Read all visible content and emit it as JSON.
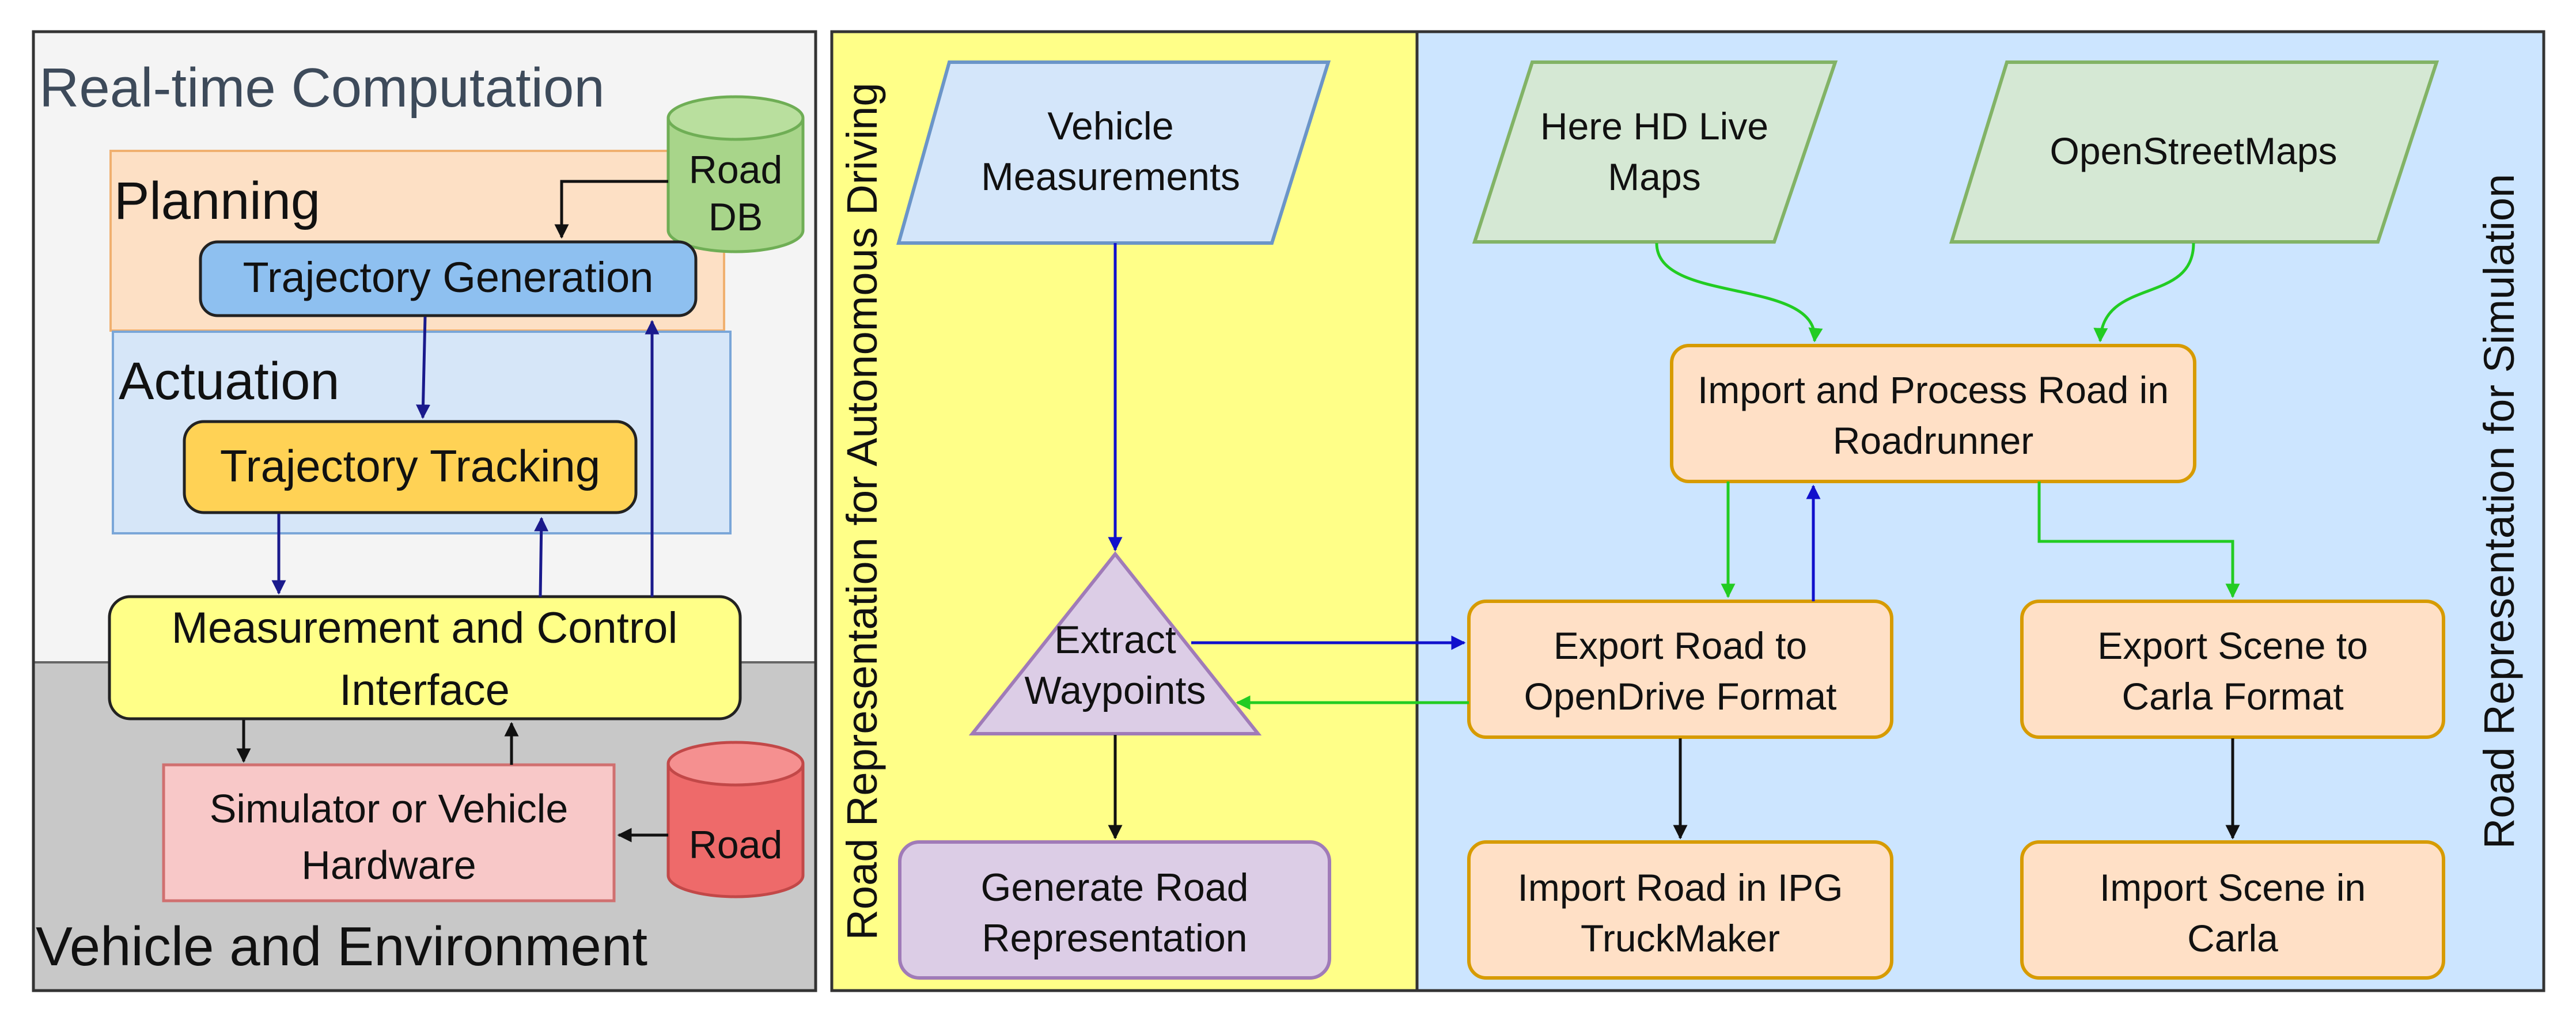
{
  "left_panel": {
    "title": "Real-time Computation",
    "bottom_title": "Vehicle and Environment",
    "planning_label": "Planning",
    "actuation_label": "Actuation",
    "road_db": [
      "Road",
      "DB"
    ],
    "trajectory_generation": "Trajectory Generation",
    "trajectory_tracking": "Trajectory Tracking",
    "measurement_interface": [
      "Measurement and Control",
      "Interface"
    ],
    "simulator_hardware": [
      "Simulator or Vehicle",
      "Hardware"
    ],
    "road": "Road"
  },
  "middle_panel": {
    "side_label": "Road Representation for Autonomous Driving",
    "vehicle_measurements": [
      "Vehicle",
      "Measurements"
    ],
    "extract_waypoints": [
      "Extract",
      "Waypoints"
    ],
    "generate_road": [
      "Generate Road",
      "Representation"
    ]
  },
  "right_panel": {
    "side_label": "Road Representation for Simulation",
    "here_maps": [
      "Here HD Live",
      "Maps"
    ],
    "openstreetmaps": "OpenStreetMaps",
    "import_process": [
      "Import and Process Road in",
      "Roadrunner"
    ],
    "export_opendrive": [
      "Export Road to",
      "OpenDrive Format"
    ],
    "export_carla": [
      "Export Scene to",
      "Carla Format"
    ],
    "import_ipg": [
      "Import Road in IPG",
      "TruckMaker"
    ],
    "import_carla": [
      "Import Scene in",
      "Carla"
    ]
  },
  "colors": {
    "blue_arrow": "#1010cc",
    "navy_arrow": "#1a1a8c",
    "green_arrow": "#22cc22",
    "black_arrow": "#111111",
    "yellow_panel": "#ffff88",
    "blue_panel": "#cce5ff"
  }
}
